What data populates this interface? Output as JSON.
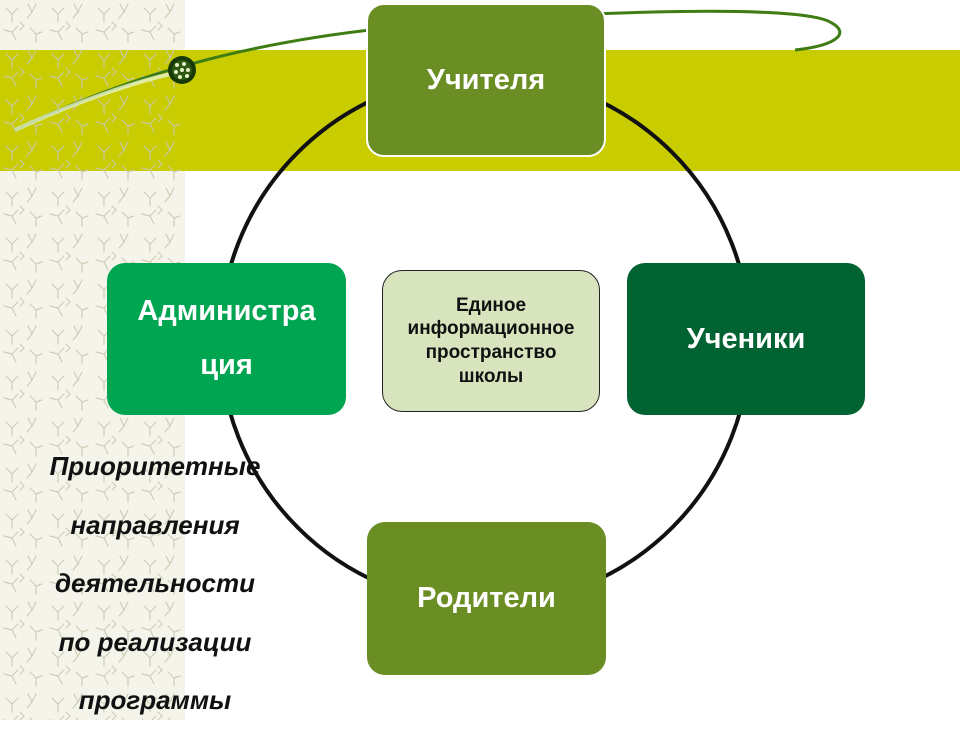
{
  "diagram": {
    "nodes": {
      "teachers": "Учителя",
      "admin_line1": "Администра",
      "admin_line2": "ция",
      "students": "Ученики",
      "parents": "Родители"
    },
    "center": {
      "lines": [
        "Единое",
        "информационное",
        "пространство",
        "школы"
      ]
    }
  },
  "caption": {
    "lines": [
      "Приоритетные",
      "направления",
      "деятельности",
      "по реализации",
      "программы"
    ]
  },
  "colors": {
    "band": "#c9cc00",
    "olive_node": "#6a8e23",
    "admin_node": "#00a551",
    "students_node": "#006331",
    "center_fill": "#d7e4bd"
  }
}
